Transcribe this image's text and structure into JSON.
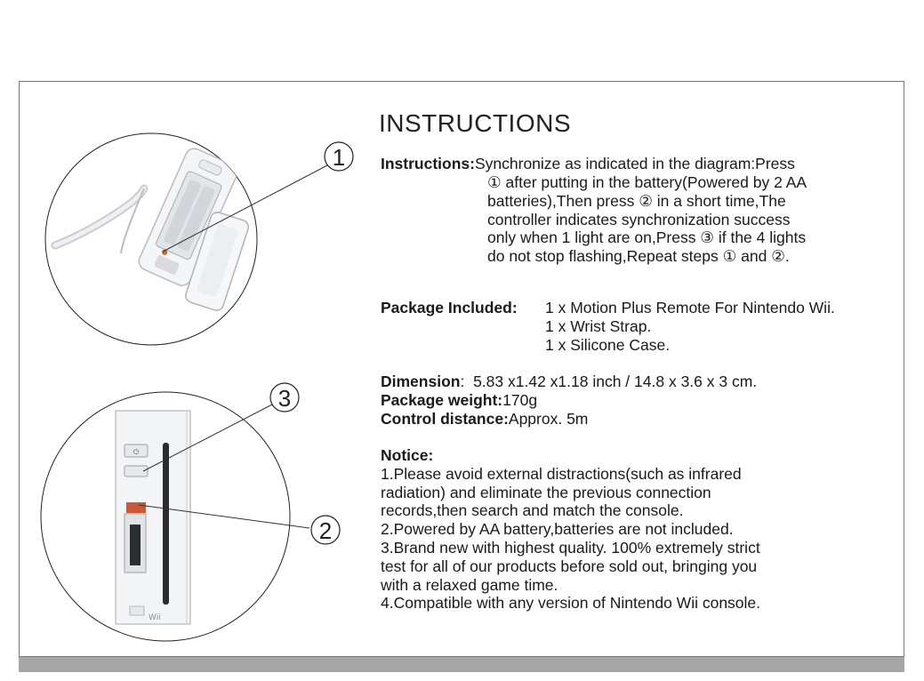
{
  "title": "INSTRUCTIONS",
  "callouts": {
    "one": "1",
    "two": "2",
    "three": "3"
  },
  "console_logo": "Wii",
  "instructions": {
    "label": "Instructions:",
    "first": "Synchronize as indicated in the diagram:Press",
    "lines": [
      "① after putting in the battery(Powered by 2 AA",
      "batteries),Then press ② in a short time,The",
      "controller indicates synchronization success",
      "only when 1 light are on,Press ③ if the 4 lights",
      "do not stop flashing,Repeat steps ① and ②."
    ]
  },
  "package": {
    "label": "Package Included:",
    "items": [
      "1 x Motion Plus Remote For Nintendo Wii.",
      "1 x Wrist Strap.",
      "1 x Silicone Case."
    ]
  },
  "specs": {
    "dimension_label": "Dimension",
    "dimension_sep": ":",
    "dimension_value": "5.83 x1.42 x1.18 inch / 14.8 x 3.6 x 3 cm.",
    "weight_label": "Package weight:",
    "weight_value": "170g",
    "distance_label": "Control distance:",
    "distance_value": "Approx. 5m"
  },
  "notice": {
    "label": "Notice:",
    "lines": [
      "1.Please avoid external distractions(such as infrared",
      "radiation) and eliminate the previous connection",
      "records,then search and match the console.",
      "2.Powered by AA battery,batteries are not included.",
      "3.Brand new with highest quality. 100% extremely strict",
      "test for all of our products before sold out, bringing you",
      "with a relaxed game time.",
      "4.Compatible with any version of Nintendo Wii console."
    ]
  }
}
